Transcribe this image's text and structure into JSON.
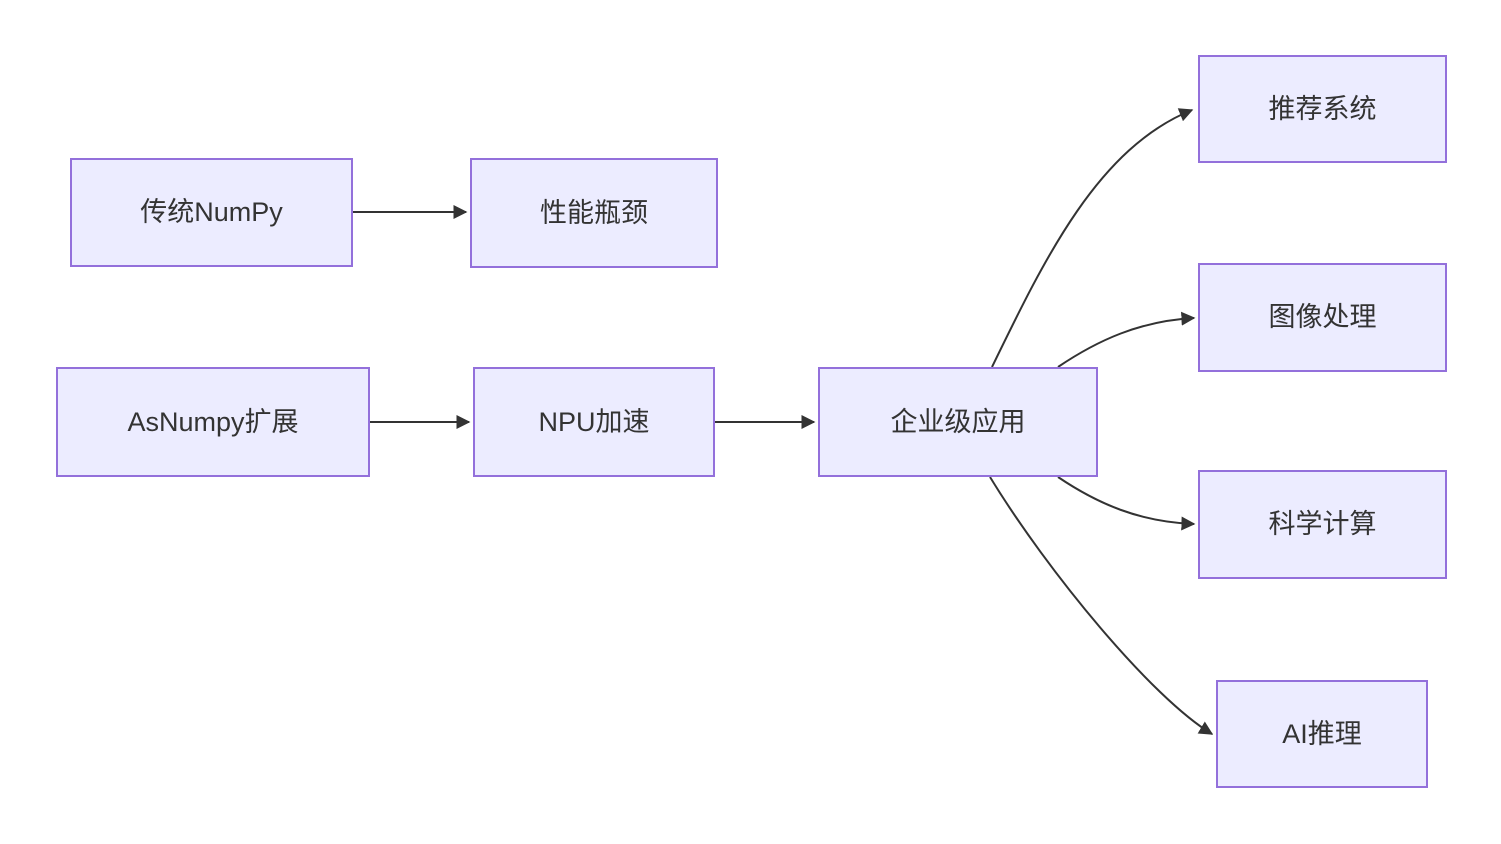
{
  "diagram": {
    "type": "flowchart-lr",
    "background_color": "#ffffff",
    "node_fill_color": "#ECECFF",
    "node_border_color": "#9370DB",
    "text_color": "#333333",
    "arrow_color": "#333333",
    "nodes": [
      {
        "id": "traditional-numpy",
        "label": "传统NumPy"
      },
      {
        "id": "performance-bottleneck",
        "label": "性能瓶颈"
      },
      {
        "id": "asnumpy-extension",
        "label": "AsNumpy扩展"
      },
      {
        "id": "npu-acceleration",
        "label": "NPU加速"
      },
      {
        "id": "enterprise-application",
        "label": "企业级应用"
      },
      {
        "id": "recommendation-system",
        "label": "推荐系统"
      },
      {
        "id": "image-processing",
        "label": "图像处理"
      },
      {
        "id": "scientific-computing",
        "label": "科学计算"
      },
      {
        "id": "ai-inference",
        "label": "AI推理"
      }
    ],
    "edges": [
      {
        "from": "传统NumPy",
        "to": "性能瓶颈"
      },
      {
        "from": "AsNumpy扩展",
        "to": "NPU加速"
      },
      {
        "from": "NPU加速",
        "to": "企业级应用"
      },
      {
        "from": "企业级应用",
        "to": "推荐系统"
      },
      {
        "from": "企业级应用",
        "to": "图像处理"
      },
      {
        "from": "企业级应用",
        "to": "科学计算"
      },
      {
        "from": "企业级应用",
        "to": "AI推理"
      }
    ]
  }
}
